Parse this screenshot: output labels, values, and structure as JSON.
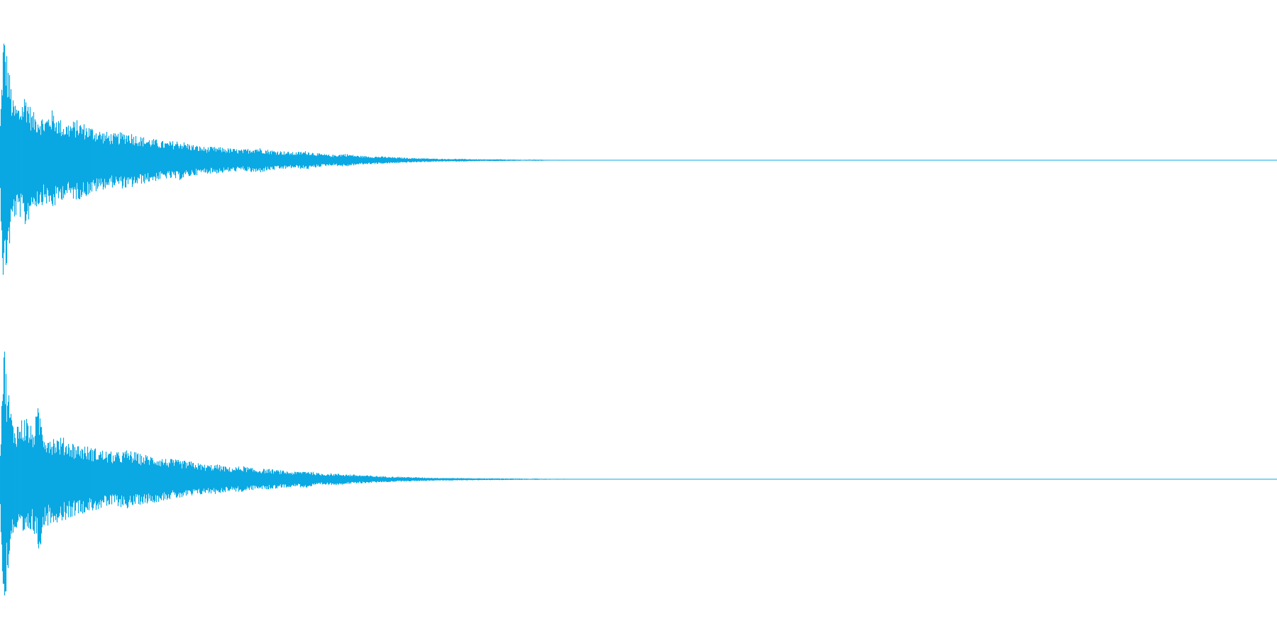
{
  "chart_data": {
    "type": "area",
    "kind": "stereo audio waveform (amplitude envelope over time)",
    "channels": [
      {
        "x": [
          0,
          0.0025,
          0.005,
          0.01,
          0.015,
          0.02,
          0.025,
          0.03,
          0.035,
          0.04,
          0.05,
          0.06,
          0.07,
          0.08,
          0.09,
          0.1,
          0.11,
          0.12,
          0.13,
          0.14,
          0.15,
          0.16,
          0.17,
          0.18,
          0.19,
          0.2,
          0.21,
          0.22,
          0.23,
          0.24,
          0.25,
          0.26,
          0.27,
          0.28,
          0.29,
          0.3,
          0.31,
          0.32,
          0.33,
          0.34,
          0.35,
          0.36,
          0.37,
          0.38,
          0.39,
          0.4,
          0.41,
          0.42,
          0.43,
          0.44,
          0.45,
          0.46,
          0.47,
          0.48,
          0.49,
          0.5,
          0.52,
          0.54,
          0.56,
          0.58,
          0.6,
          1.0
        ],
        "amplitude": [
          0.3,
          1.0,
          0.82,
          0.45,
          0.42,
          0.52,
          0.36,
          0.35,
          0.32,
          0.38,
          0.28,
          0.3,
          0.26,
          0.22,
          0.2,
          0.22,
          0.18,
          0.16,
          0.14,
          0.15,
          0.12,
          0.1,
          0.1,
          0.09,
          0.08,
          0.1,
          0.08,
          0.07,
          0.06,
          0.07,
          0.05,
          0.04,
          0.05,
          0.035,
          0.03,
          0.028,
          0.022,
          0.018,
          0.015,
          0.012,
          0.01,
          0.01,
          0.008,
          0.006,
          0.007,
          0.005,
          0.004,
          0.005,
          0.003,
          0.003,
          0.002,
          0.002,
          0.002,
          0.001,
          0.001,
          0.001,
          0.001,
          0.0005,
          0.0005,
          0.0,
          0.0,
          0.0
        ]
      },
      {
        "x": [
          0,
          0.0025,
          0.005,
          0.01,
          0.015,
          0.02,
          0.025,
          0.03,
          0.035,
          0.04,
          0.05,
          0.06,
          0.07,
          0.08,
          0.09,
          0.1,
          0.11,
          0.12,
          0.13,
          0.14,
          0.15,
          0.16,
          0.17,
          0.18,
          0.19,
          0.2,
          0.21,
          0.22,
          0.23,
          0.24,
          0.25,
          0.26,
          0.27,
          0.28,
          0.29,
          0.3,
          0.31,
          0.32,
          0.33,
          0.34,
          0.35,
          0.36,
          0.37,
          0.38,
          0.39,
          0.4,
          0.41,
          0.42,
          0.43,
          0.44,
          0.45,
          0.46,
          0.47,
          0.48,
          0.49,
          0.5,
          0.52,
          0.54,
          0.56,
          0.58,
          0.6,
          1.0
        ],
        "amplitude": [
          0.25,
          1.0,
          0.7,
          0.38,
          0.4,
          0.44,
          0.34,
          0.5,
          0.32,
          0.3,
          0.28,
          0.24,
          0.22,
          0.2,
          0.18,
          0.2,
          0.17,
          0.16,
          0.14,
          0.13,
          0.12,
          0.1,
          0.1,
          0.08,
          0.09,
          0.07,
          0.07,
          0.06,
          0.05,
          0.06,
          0.04,
          0.04,
          0.035,
          0.03,
          0.025,
          0.02,
          0.018,
          0.015,
          0.012,
          0.01,
          0.009,
          0.008,
          0.007,
          0.006,
          0.006,
          0.005,
          0.004,
          0.004,
          0.003,
          0.003,
          0.002,
          0.002,
          0.002,
          0.001,
          0.001,
          0.001,
          0.001,
          0.0005,
          0.0005,
          0.0,
          0.0,
          0.0
        ]
      }
    ],
    "xlim": [
      0,
      1
    ],
    "ylim": [
      -1,
      1
    ],
    "grid": false,
    "legend": "none",
    "color": "#0aa9e3"
  }
}
